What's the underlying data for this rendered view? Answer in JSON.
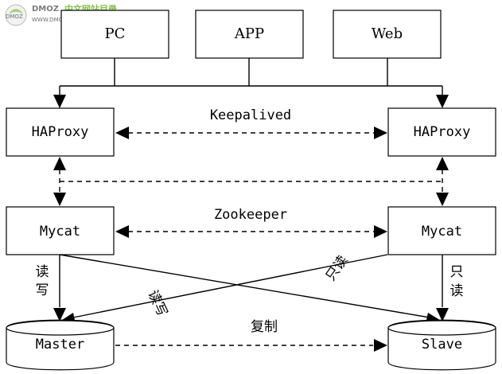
{
  "watermark": {
    "brand": "DMOZ",
    "cjk": "中文网站目录",
    "url": "WWW.DMOZDIR.ORG",
    "badge": "DMOZ"
  },
  "nodes": {
    "pc": "PC",
    "app": "APP",
    "web": "Web",
    "haproxy_left": "HAProxy",
    "haproxy_right": "HAProxy",
    "mycat_left": "Mycat",
    "mycat_right": "Mycat",
    "master": "Master",
    "slave": "Slave"
  },
  "links": {
    "keepalived": "Keepalived",
    "zookeeper": "Zookeeper",
    "replication": "复制",
    "left_read_write_1": "读",
    "left_read_write_2": "写",
    "right_read_only_1": "只",
    "right_read_only_2": "读",
    "diag_read_write": "读写",
    "diag_read_only": "只读"
  },
  "colors": {
    "line": "#000000",
    "box_fill": "#ffffff",
    "watermark_green": "#80bf40",
    "watermark_gray": "#7c7c7c"
  }
}
